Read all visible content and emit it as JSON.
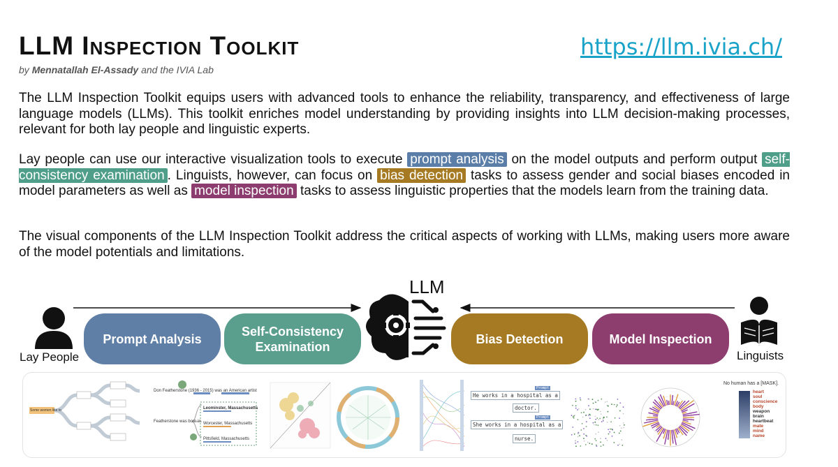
{
  "header": {
    "title": "LLM Inspection Toolkit",
    "byline_prefix": "by ",
    "byline_author": "Mennatallah El-Assady",
    "byline_suffix": " and the IVIA Lab",
    "url": "https://llm.ivia.ch/"
  },
  "paragraphs": {
    "p1": "The LLM Inspection Toolkit equips users with advanced tools to enhance the reliability, transparency, and effectiveness of large language models (LLMs). This toolkit enriches model understanding by providing insights into LLM decision-making processes, relevant for both lay people and linguistic experts.",
    "p2_a": "Lay people can use our interactive visualization tools to execute ",
    "p2_hl1": "prompt analysis",
    "p2_b": " on the model outputs and perform output ",
    "p2_hl2": "self-consistency examination",
    "p2_c": ". Linguists, however, can focus on ",
    "p2_hl3": "bias detection",
    "p2_d": " tasks to assess gender and social biases encoded in model parameters as well as ",
    "p2_hl4": "model inspection",
    "p2_e": " tasks to assess linguistic properties that the models learn from the training data.",
    "p3": "The visual components of the LLM Inspection Toolkit address the critical aspects of working with LLMs, making users more aware of the model potentials and limitations."
  },
  "diagram": {
    "lay_people": "Lay People",
    "linguists": "Linguists",
    "llm": "LLM",
    "pills": {
      "prompt": "Prompt Analysis",
      "self_line1": "Self-Consistency",
      "self_line2": "Examination",
      "bias": "Bias Detection",
      "model": "Model Inspection"
    }
  },
  "thumbnails": {
    "t1_word": "Some women like to",
    "t2_line1": "Don Featherstone (1936 - 2015) was an American artist",
    "t2_line2": "Featherstone was born in",
    "t2_opt1": "Leominster, Massachusetts",
    "t2_opt2": "Worcester, Massachusetts",
    "t2_opt3": "Pittsfield, Massachusetts",
    "t6_s1": "He works in a hospital as a",
    "t6_a1": "doctor.",
    "t6_s2": "She works in a hospital as a",
    "t6_a2": "nurse.",
    "t6_tag": "Prompt",
    "t9_title": "No human has a [MASK].",
    "t9_words": [
      "heart",
      "soul",
      "conscience",
      "body",
      "weapon",
      "brain",
      "heartbeat",
      "mate",
      "mind",
      "name"
    ]
  },
  "colors": {
    "prompt": "#5f7fa6",
    "self": "#5a9f8d",
    "bias": "#a57a22",
    "model": "#8e3d6f",
    "url": "#1aa3c8"
  }
}
